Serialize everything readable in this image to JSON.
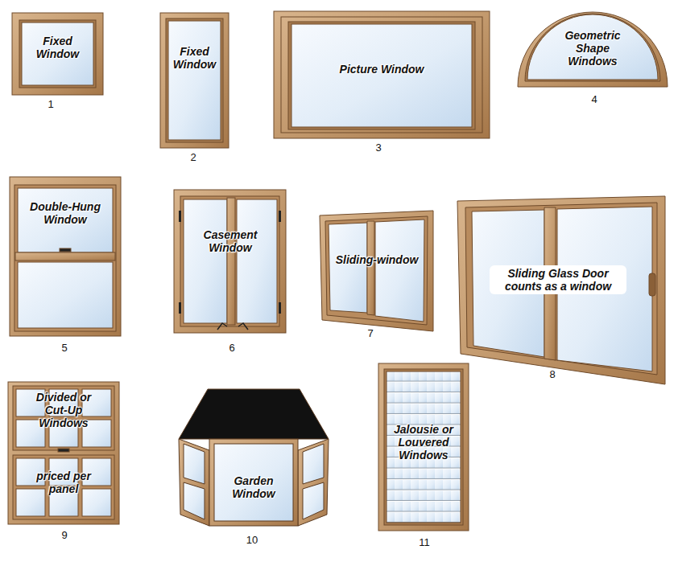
{
  "diagram": {
    "nodes": [
      {
        "text": [
          "Fixed Window"
        ]
      },
      {
        "text": [
          "Fixed Window"
        ]
      },
      {
        "text": [
          "Picture Window"
        ]
      },
      {
        "text": [
          "Geometric Shape Windows"
        ]
      },
      {
        "text": [
          "Double-Hung Window"
        ]
      },
      {
        "text": [
          "Casement Window"
        ]
      },
      {
        "text": [
          "Sliding-window"
        ]
      },
      {
        "text": [
          "Sliding Glass Door counts as a window"
        ]
      },
      {
        "text": [
          "Divided or Cut-Up Windows",
          "priced per panel"
        ]
      },
      {
        "text": [
          "Garden Window"
        ]
      },
      {
        "text": [
          "Jalousie or Louvered Windows"
        ]
      }
    ],
    "edges": [],
    "labels": [
      "1",
      "2",
      "3",
      "4",
      "5",
      "6",
      "7",
      "8",
      "9",
      "10",
      "11"
    ]
  }
}
